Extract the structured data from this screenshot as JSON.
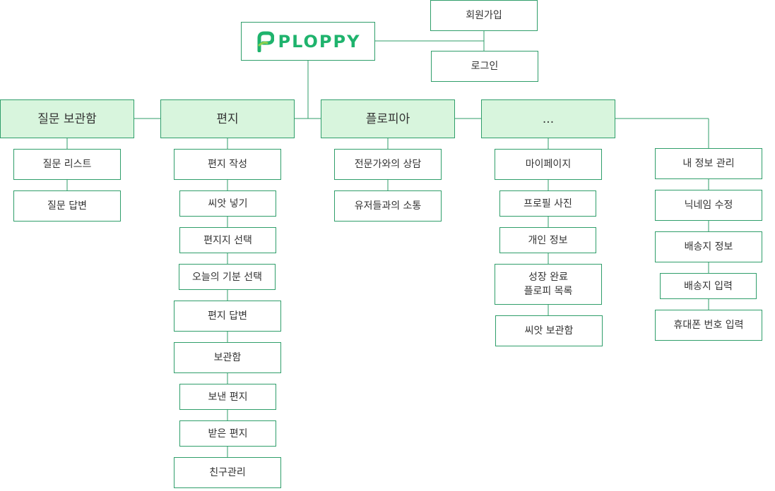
{
  "logo": {
    "text": "PLOPPY",
    "color": "#1fb36d",
    "icon": "p-leaf-logo-icon"
  },
  "colors": {
    "border": "#2f9e6a",
    "main_fill": "#d8f5dd",
    "line": "#2f9e6a"
  },
  "auth": {
    "signup": "회원가입",
    "login": "로그인"
  },
  "sections": {
    "questions": {
      "title": "질문 보관함",
      "items": [
        "질문 리스트",
        "질문 답변"
      ]
    },
    "letters": {
      "title": "편지",
      "items": [
        "편지 작성",
        "씨앗 넣기",
        "편지지 선택",
        "오늘의 기분 선택",
        "편지 답변",
        "보관함",
        "보낸 편지",
        "받은 편지",
        "친구관리"
      ]
    },
    "profile": {
      "title": "플로피아",
      "items": [
        "전문가와의 상담",
        "유저들과의 소통"
      ]
    },
    "more": {
      "title": "...",
      "items": [
        "마이페이지",
        "프로필 사진",
        "개인 정보",
        "성장 완료\n플로피 목록",
        "씨앗 보관함"
      ]
    },
    "myinfo": {
      "items": [
        "내 정보 관리",
        "닉네임 수정",
        "배송지 정보",
        "배송지 입력",
        "휴대폰 번호 입력"
      ]
    }
  }
}
